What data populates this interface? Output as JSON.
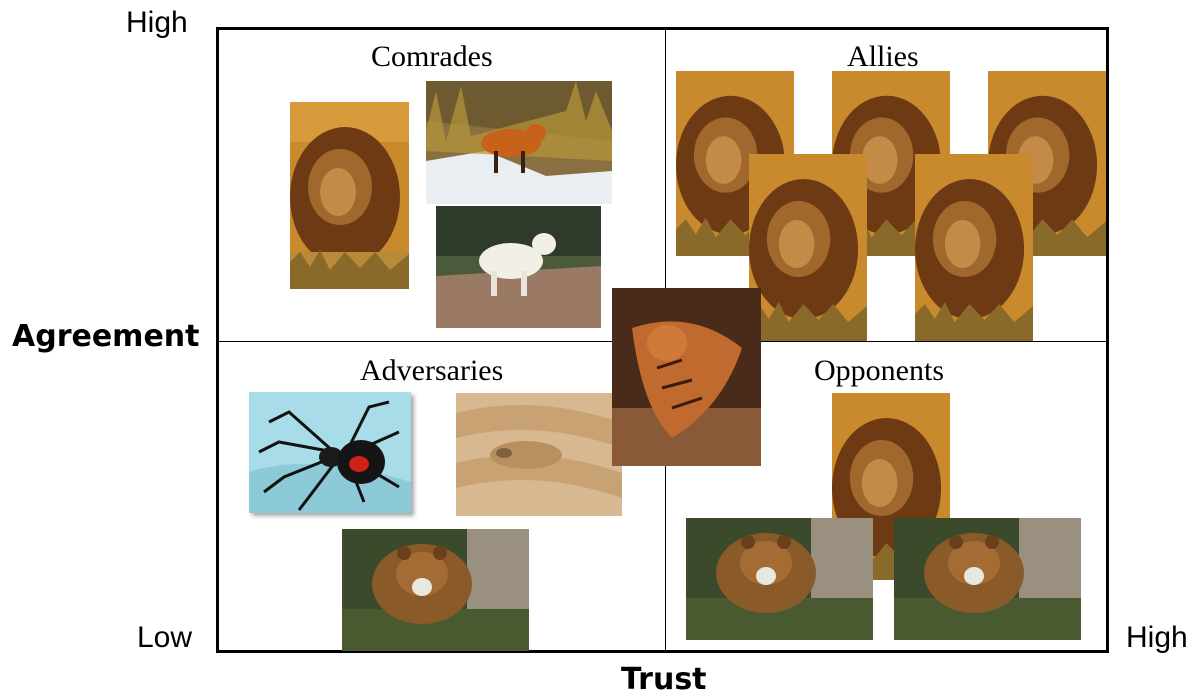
{
  "axes": {
    "y_high": "High",
    "y_low": "Low",
    "y_title": "Agreement",
    "x_high": "High",
    "x_title": "Trust"
  },
  "quadrants": {
    "top_left": "Comrades",
    "top_right": "Allies",
    "bottom_left": "Adversaries",
    "bottom_right": "Opponents"
  },
  "images": [
    {
      "quadrant": "Comrades",
      "animal": "lion"
    },
    {
      "quadrant": "Comrades",
      "animal": "fox"
    },
    {
      "quadrant": "Comrades",
      "animal": "mountain-goat"
    },
    {
      "quadrant": "Allies",
      "animal": "lion"
    },
    {
      "quadrant": "Allies",
      "animal": "lion"
    },
    {
      "quadrant": "Allies",
      "animal": "lion"
    },
    {
      "quadrant": "Allies",
      "animal": "lion"
    },
    {
      "quadrant": "Allies",
      "animal": "lion"
    },
    {
      "quadrant": "Center",
      "animal": "tiger"
    },
    {
      "quadrant": "Adversaries",
      "animal": "black-widow-spider"
    },
    {
      "quadrant": "Adversaries",
      "animal": "rattlesnake"
    },
    {
      "quadrant": "Adversaries",
      "animal": "bear"
    },
    {
      "quadrant": "Opponents",
      "animal": "lion"
    },
    {
      "quadrant": "Opponents",
      "animal": "bear"
    },
    {
      "quadrant": "Opponents",
      "animal": "bear"
    }
  ]
}
